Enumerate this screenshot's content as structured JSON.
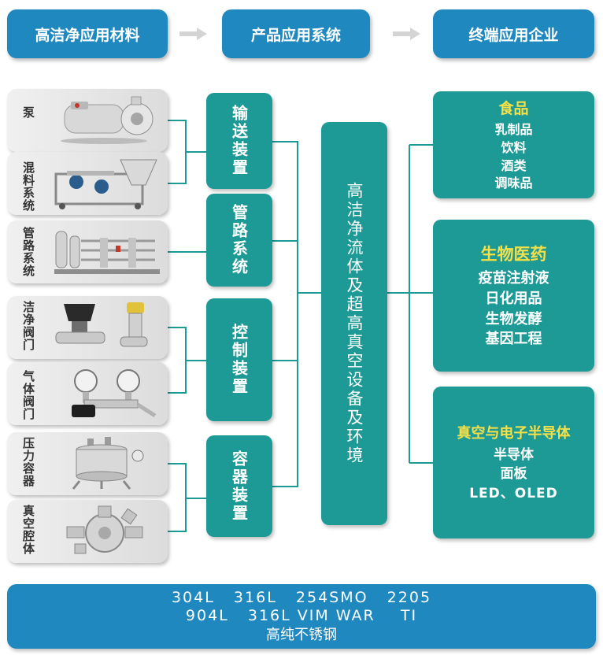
{
  "header": {
    "materials": "高洁净应用材料",
    "systems": "产品应用系统",
    "enterprises": "终端应用企业"
  },
  "products": [
    {
      "label": "泵"
    },
    {
      "label": "混料系统"
    },
    {
      "label": "管路系统"
    },
    {
      "label": "洁净阀门"
    },
    {
      "label": "气体阀门"
    },
    {
      "label": "压力容器"
    },
    {
      "label": "真空腔体"
    }
  ],
  "categories": [
    "输送装置",
    "管路系统",
    "控制装置",
    "容器装置"
  ],
  "center": "高洁净流体及超高真空设备及环境",
  "industries": [
    {
      "title": "食品",
      "items": [
        "乳制品",
        "饮料",
        "酒类",
        "调味品"
      ]
    },
    {
      "title": "生物医药",
      "items": [
        "疫苗注射液",
        "日化用品",
        "生物发酵",
        "基因工程"
      ]
    },
    {
      "title": "真空与电子半导体",
      "items": [
        "半导体",
        "面板",
        "LED、OLED"
      ]
    }
  ],
  "materials": {
    "line1": "304L   316L   254SMO   2205",
    "line2": "904L   316L VIM WAR    TI",
    "line3": "高纯不锈钢"
  },
  "colors": {
    "blue": "#1f88bf",
    "teal": "#1e9a96",
    "title_yellow": "#f5e048",
    "line": "#1e9a96"
  }
}
